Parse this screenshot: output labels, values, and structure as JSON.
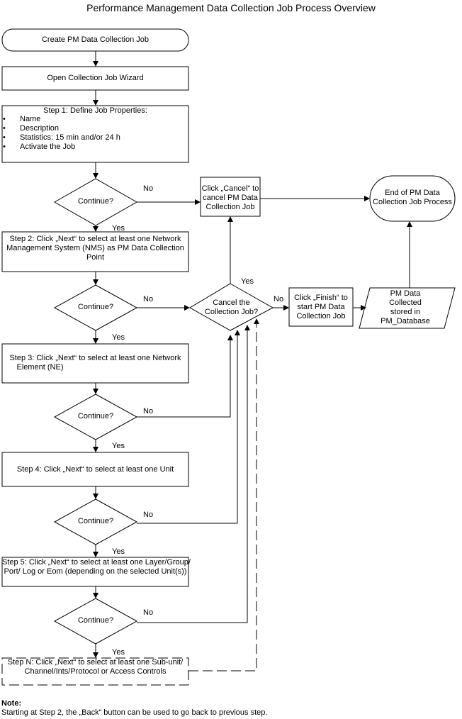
{
  "title": "Performance Management Data Collection Job Process Overview",
  "nodes": {
    "create_job": "Create PM Data Collection Job",
    "open_wizard": "Open Collection Job Wizard",
    "step1": {
      "heading": "Step 1: Define Job Properties:",
      "items": [
        "Name",
        "Description",
        "Statistics: 15 min and/or 24 h",
        "Activate the Job"
      ]
    },
    "step2": [
      "Step 2: Click „Next“ to select  at least one Network",
      "Management System (NMS) as PM Data Collection",
      "Point"
    ],
    "step3": [
      "Step 3: Click „Next“ to select at least one Network",
      "Element (NE)"
    ],
    "step4": "Step 4: Click „Next“ to select at least one Unit",
    "step5": [
      "Step 5: Click „Next“ to select at least one Layer/Group/",
      "Port/ Log or Eom (depending on the selected Unit(s))"
    ],
    "stepN": [
      "Step N: Click „Next“ to select at least one Sub-unit/",
      "Channel/Ints/Protocol or Access Controls"
    ],
    "continue": "Continue?",
    "cancel_job": [
      "Click „Cancel“ to",
      "cancel PM Data",
      "Collection Job"
    ],
    "end": [
      "End of PM Data",
      "Collection Job Process"
    ],
    "cancel_question": [
      "Cancel the",
      "Collection Job?"
    ],
    "finish": [
      "Click „Finish“ to",
      "start PM Data",
      "Collection Job"
    ],
    "pm_data": [
      "PM Data",
      "Collected",
      "stored in",
      "PM_Database"
    ]
  },
  "edge_labels": {
    "no": "No",
    "yes": "Yes"
  },
  "note": {
    "heading": "Note:",
    "text": "Starting at Step 2, the „Back“ button can be used to go back to previous step."
  }
}
